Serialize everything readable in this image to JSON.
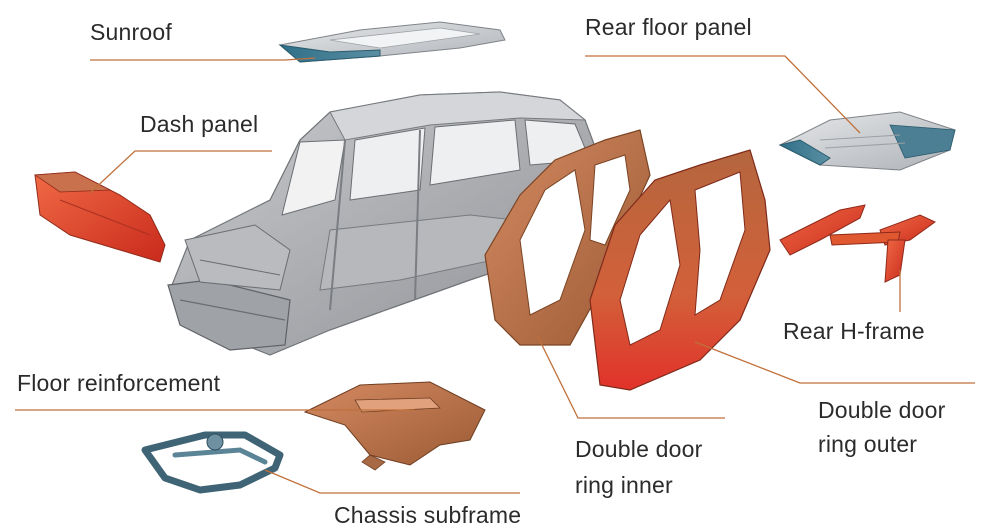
{
  "diagram": {
    "accent_line_color": "#c0703a",
    "labels": {
      "sunroof": "Sunroof",
      "rear_floor_panel": "Rear floor panel",
      "dash_panel": "Dash panel",
      "rear_h_frame": "Rear H-frame",
      "floor_reinforcement": "Floor reinforcement",
      "double_door_ring_outer_line1": "Double door",
      "double_door_ring_outer_line2": "ring outer",
      "double_door_ring_inner_line1": "Double door",
      "double_door_ring_inner_line2": "ring inner",
      "chassis_subframe": "Chassis subframe"
    },
    "parts": [
      {
        "name": "car-body-in-white",
        "color": "#a9abae"
      },
      {
        "name": "sunroof",
        "color": "#3e7a91"
      },
      {
        "name": "rear-floor-panel",
        "color": "#8a9aa4"
      },
      {
        "name": "dash-panel",
        "color": "#e0452b"
      },
      {
        "name": "rear-h-frame",
        "color": "#e34a2c"
      },
      {
        "name": "floor-reinforcement",
        "color": "#a9683d"
      },
      {
        "name": "double-door-ring-inner",
        "color": "#c87a50"
      },
      {
        "name": "double-door-ring-outer",
        "color": "#d9432b"
      },
      {
        "name": "chassis-subframe",
        "color": "#4b6f80"
      }
    ]
  }
}
